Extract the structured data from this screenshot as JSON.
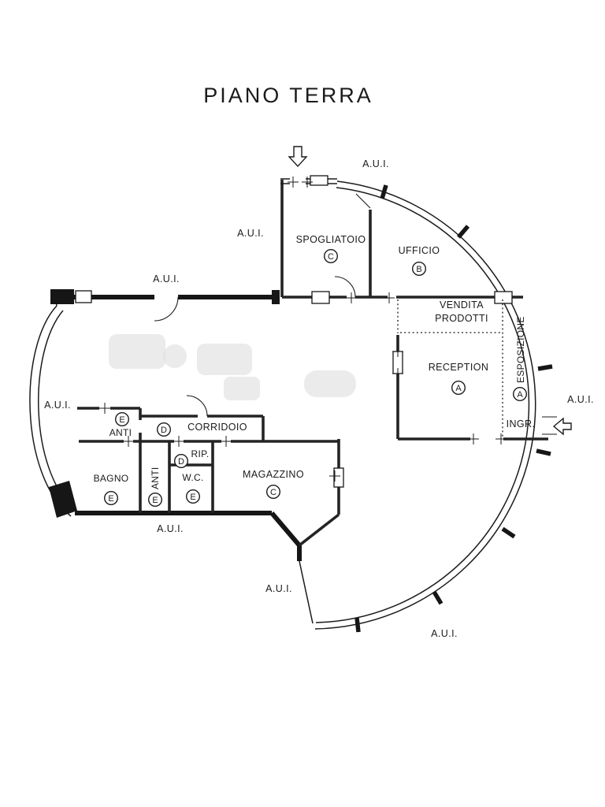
{
  "page": {
    "title": "PIANO TERRA"
  },
  "plan": {
    "aui_label": "A.U.I.",
    "rooms": {
      "spogliatoio": {
        "label": "SPOGLIATOIO",
        "badge": "C"
      },
      "ufficio": {
        "label": "UFFICIO",
        "badge": "B"
      },
      "vendita": {
        "line1": "VENDITA",
        "line2": "PRODOTTI"
      },
      "reception": {
        "label": "RECEPTION",
        "badge": "A"
      },
      "esposizione": {
        "label": "ESPOSIZIONE",
        "badge": "A"
      },
      "ingresso": {
        "label": "INGR."
      },
      "corridoio": {
        "label": "CORRIDOIO",
        "badge": "D"
      },
      "anti_upper": {
        "label": "ANTI",
        "badge": "E"
      },
      "rip": {
        "label": "RIP.",
        "badge": "D"
      },
      "bagno": {
        "label": "BAGNO",
        "badge": "E"
      },
      "anti_lower": {
        "label": "ANTI",
        "badge": "E"
      },
      "wc": {
        "label": "W.C.",
        "badge": "E"
      },
      "magazzino": {
        "label": "MAGAZZINO",
        "badge": "C"
      }
    }
  },
  "colors": {
    "ink": "#1b1b1b",
    "wall": "#161616",
    "paper": "#ffffff",
    "furniture": "#dedede"
  }
}
